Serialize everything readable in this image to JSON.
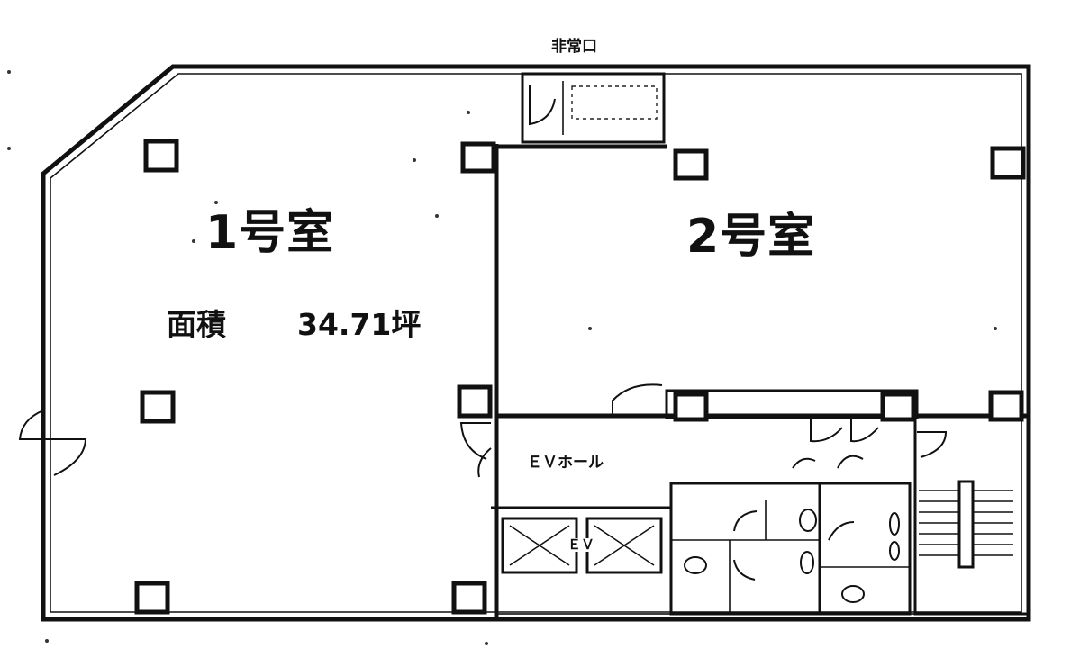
{
  "labels": {
    "room1": "1号室",
    "room1_area_label": "面積",
    "room1_area_value": "34.71坪",
    "room2": "2号室",
    "ev_hall": "ＥＶホール",
    "emergency_exit": "非常口",
    "ev": "ＥＶ"
  }
}
